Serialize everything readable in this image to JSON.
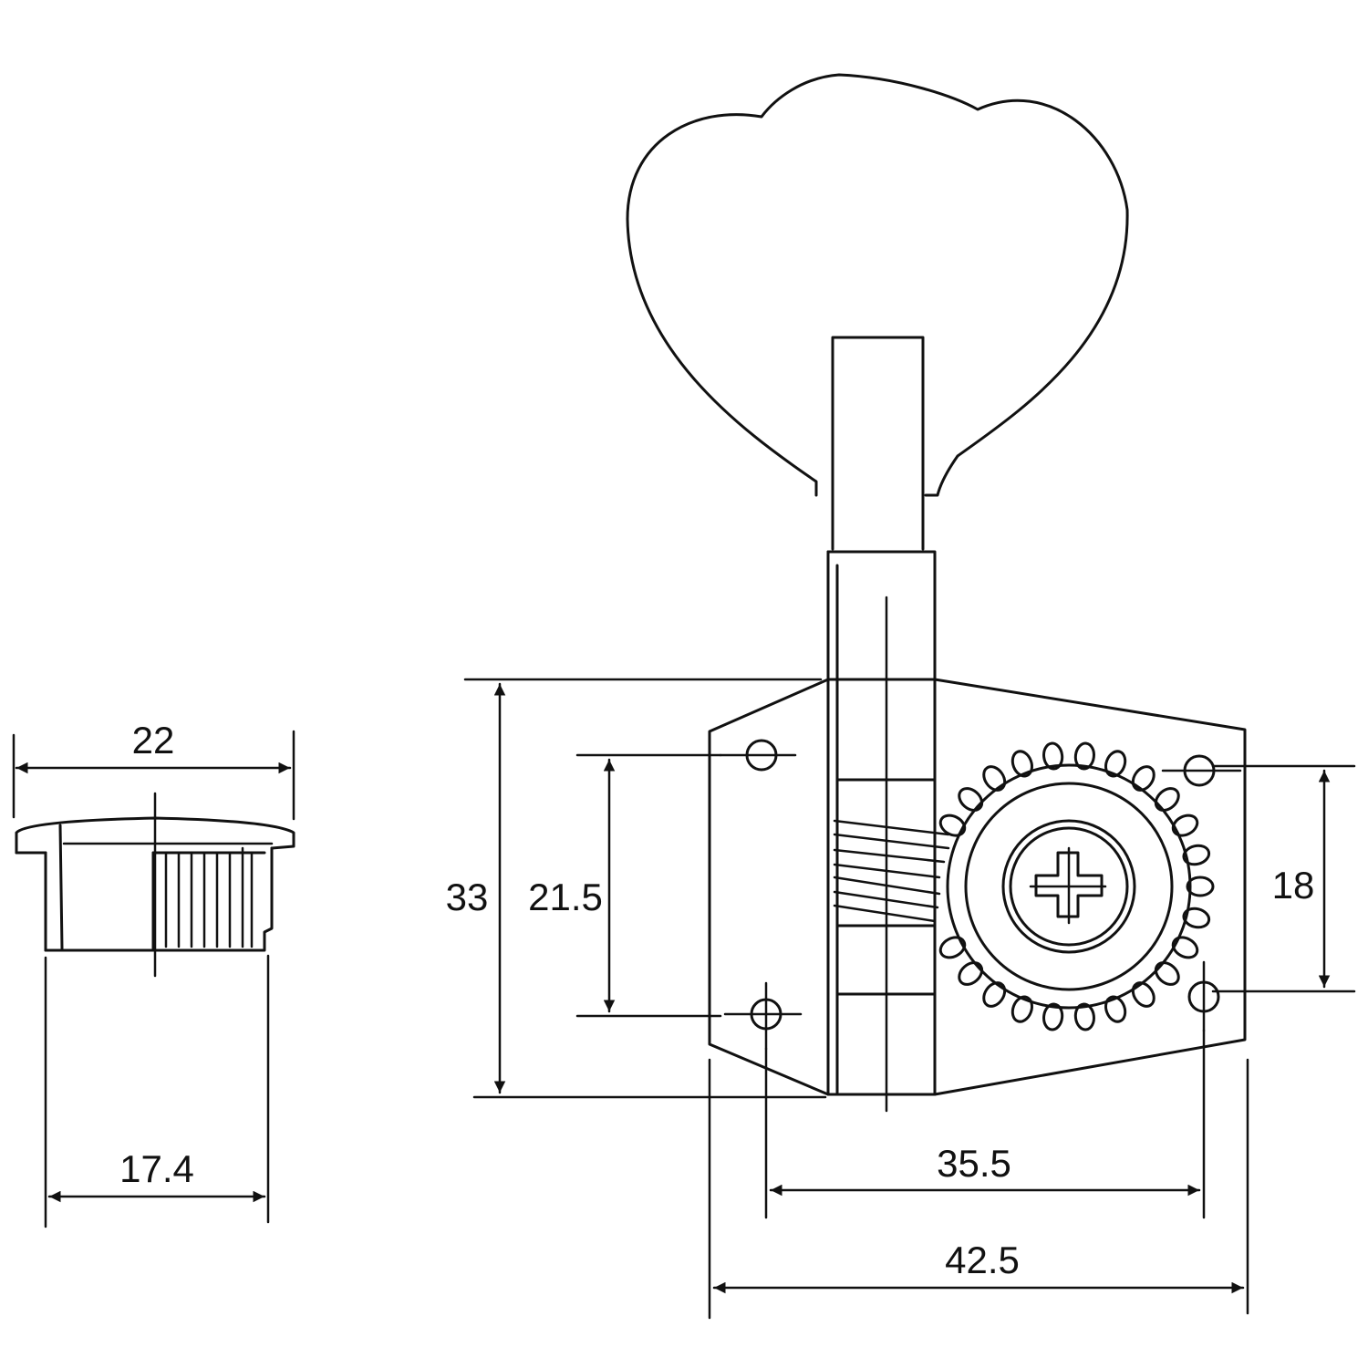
{
  "dimensions": {
    "bushing_width": "22",
    "bushing_shaft": "17.4",
    "plate_height": "33",
    "hole_spacing_left": "21.5",
    "hole_spacing_right": "18",
    "hole_spacing_horizontal": "35.5",
    "plate_width": "42.5"
  },
  "colors": {
    "ink": "#111111",
    "paper": "#ffffff"
  }
}
